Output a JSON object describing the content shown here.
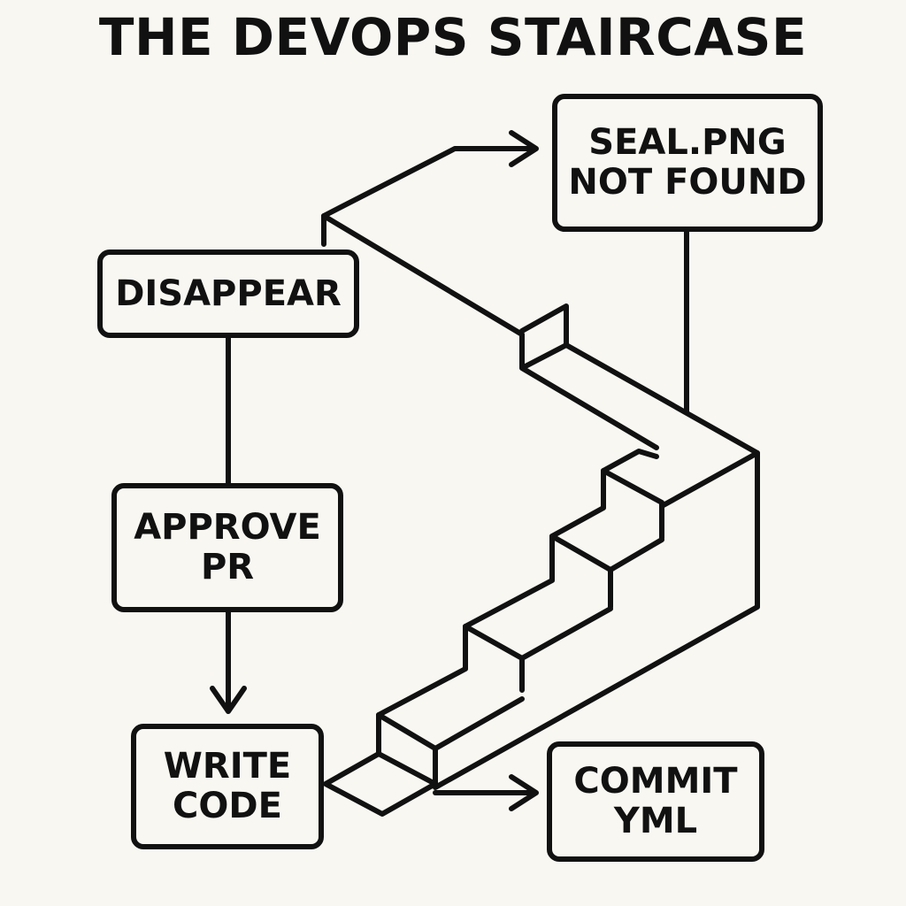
{
  "title": "THE DEVOPS STAIRCASE",
  "boxes": {
    "seal": {
      "line1": "SEAL.PNG",
      "line2": "NOT FOUND"
    },
    "disappear": {
      "line1": "DISAPPEAR"
    },
    "approve": {
      "line1": "APPROVE",
      "line2": "PR"
    },
    "write": {
      "line1": "WRITE",
      "line2": "CODE"
    },
    "commit": {
      "line1": "COMMIT",
      "line2": "YML"
    }
  },
  "colors": {
    "stroke": "#111111",
    "background": "#f8f7f2"
  }
}
